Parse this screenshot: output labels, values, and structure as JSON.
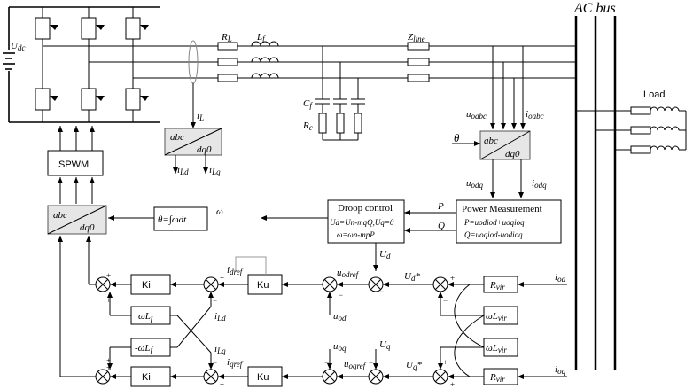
{
  "labels": {
    "udc": "U",
    "udc_sub": "dc",
    "rl": "R",
    "rl_sub": "L",
    "lf": "L",
    "lf_sub": "f",
    "zline": "Z",
    "zline_sub": "line",
    "acbus": "AC bus",
    "load": "Load",
    "il": "i",
    "il_sub": "L",
    "cf": "C",
    "cf_sub": "f",
    "rc": "R",
    "rc_sub": "c",
    "uoabc": "u",
    "uoabc_sub": "oabc",
    "ioabc": "i",
    "ioabc_sub": "oabc",
    "theta": "θ",
    "uodq": "u",
    "uodq_sub": "odq",
    "iodq": "i",
    "iodq_sub": "odq",
    "ild": "i",
    "ild_sub": "Ld",
    "ilq": "i",
    "ilq_sub": "Lq",
    "omega": "ω",
    "p": "P",
    "q": "Q",
    "ud": "U",
    "ud_sub": "d",
    "idref": "i",
    "idref_sub": "dref",
    "iqref": "i",
    "iqref_sub": "qref",
    "uodref": "u",
    "uodref_sub": "odref",
    "uoqref": "u",
    "uoqref_sub": "oqref",
    "ud_star": "U",
    "ud_star_sub": "d",
    "uq_star": "U",
    "uq_star_sub": "q",
    "star": "*",
    "uod": "u",
    "uod_sub": "od",
    "uoq": "u",
    "uoq_sub": "oq",
    "uq": "U",
    "uq_sub": "q",
    "iod": "i",
    "iod_sub": "od",
    "ioq": "i",
    "ioq_sub": "oq",
    "ild2": "i",
    "ild2_sub": "Ld",
    "ilq2": "i",
    "ilq2_sub": "Lq",
    "plus": "+",
    "minus": "−",
    "minus_ascii": "-"
  },
  "blocks": {
    "abc": "abc",
    "dq0": "dq0",
    "spwm": "SPWM",
    "theta_int": "θ=∫ωdt",
    "droop_title": "Droop control",
    "droop_line1": "Ud=Un-mqQ,Uq=0",
    "droop_line2": "ω=ωn-mpP",
    "pm_title": "Power Measurement",
    "pm_line1": "P=uodiod+uoqioq",
    "pm_line2": "Q=uoqiod-uodioq",
    "ki": "Ki",
    "ku": "Ku",
    "wlf": "ωL",
    "wlf_sub": "f",
    "nwlf": "-ωL",
    "nwlf_sub": "f",
    "rvir": "R",
    "rvir_sub": "vir",
    "wlvir": "ωL",
    "wlvir_sub": "vir"
  }
}
